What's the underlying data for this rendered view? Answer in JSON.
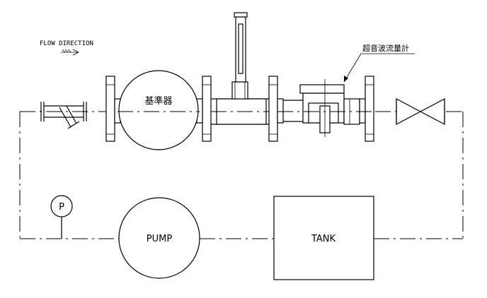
{
  "diagram": {
    "flow_direction": "FLOW DIRECTION",
    "reference_meter": "基準器",
    "ultrasonic_flowmeter": "超音波流量計",
    "pressure_gauge": "P",
    "pump": "PUMP",
    "tank": "TANK"
  },
  "colors": {
    "line": "#000000",
    "background": "#ffffff"
  }
}
